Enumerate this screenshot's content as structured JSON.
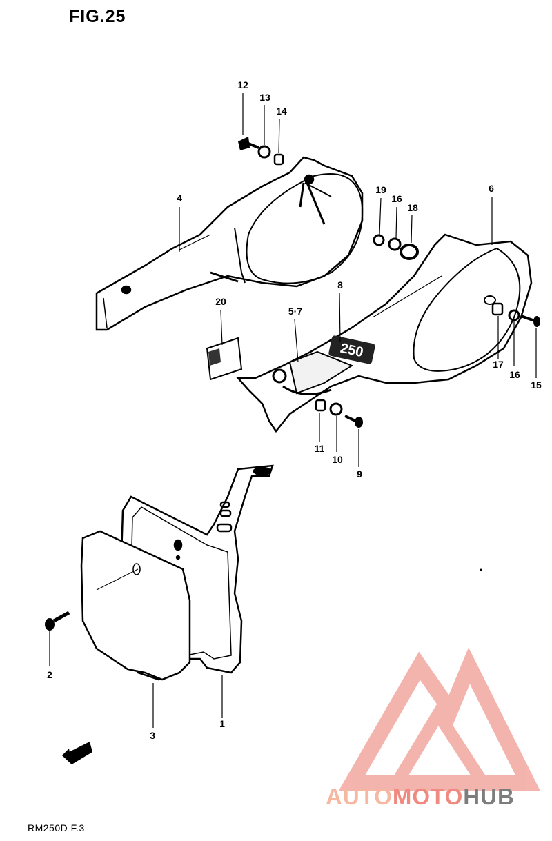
{
  "figure": {
    "title": "FIG.25",
    "code": "RM250D  F.3"
  },
  "insignia": "250",
  "callouts": {
    "c1": "1",
    "c2": "2",
    "c3": "3",
    "c4": "4",
    "c57": "5·7",
    "c6": "6",
    "c8": "8",
    "c9": "9",
    "c10": "10",
    "c11": "11",
    "c12": "12",
    "c13": "13",
    "c14": "14",
    "c15": "15",
    "c16a": "16",
    "c16b": "16",
    "c17": "17",
    "c18": "18",
    "c19": "19",
    "c20": "20"
  },
  "watermark": {
    "part1": "AUTO",
    "part2": "MOTO",
    "part3": "HUB",
    "colors": {
      "auto": "#f6b8a0",
      "moto": "#f08a80",
      "hub": "#7d7d7d",
      "logo": "#f3a8a0"
    }
  }
}
